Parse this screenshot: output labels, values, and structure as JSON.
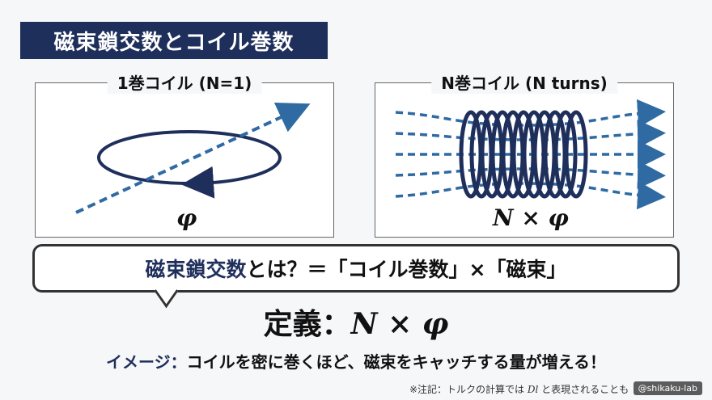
{
  "title": "磁束鎖交数とコイル巻数",
  "left_panel": {
    "label": "1巻コイル (N=1)",
    "formula": "φ"
  },
  "right_panel": {
    "label": "N巻コイル (N turns)",
    "formula": "N × φ"
  },
  "speech": {
    "part1": "磁束鎖交数",
    "part2": "とは？＝「コイル巻数」×「磁束」"
  },
  "definition": {
    "label": "定義：",
    "formula": "N × φ"
  },
  "image_line": {
    "label": "イメージ：",
    "text": "コイルを密に巻くほど、磁束をキャッチする量が増える！"
  },
  "note": {
    "prefix": "※注記：トルクの計算では ",
    "math": "Dl",
    "suffix": " と表現されることも"
  },
  "watermark": "@shikaku-lab",
  "colors": {
    "navy": "#1f2f5c",
    "flux_blue": "#2f6aa3",
    "coil": "#1f2f5c"
  }
}
